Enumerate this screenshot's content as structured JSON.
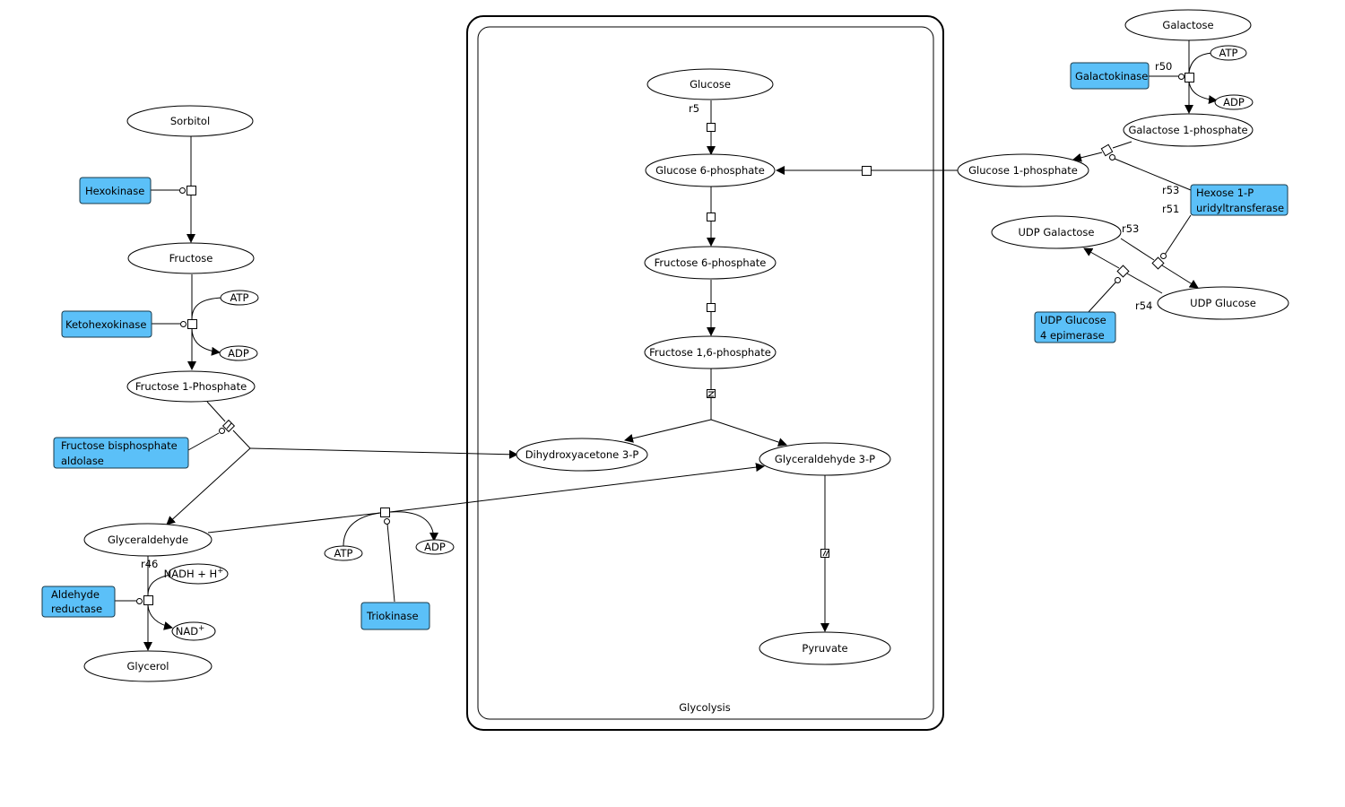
{
  "compartment": {
    "label": "Glycolysis"
  },
  "metabolites": {
    "glucose": "Glucose",
    "g6p": "Glucose 6-phosphate",
    "f6p": "Fructose 6-phosphate",
    "f16p": "Fructose 1,6-phosphate",
    "dhap": "Dihydroxyacetone 3-P",
    "gap": "Glyceraldehyde 3-P",
    "pyruvate": "Pyruvate",
    "sorbitol": "Sorbitol",
    "fructose": "Fructose",
    "f1p": "Fructose 1-Phosphate",
    "glyceraldehyde": "Glyceraldehyde",
    "glycerol": "Glycerol",
    "galactose": "Galactose",
    "gal1p": "Galactose 1-phosphate",
    "g1p": "Glucose 1-phosphate",
    "udpgal": "UDP Galactose",
    "udpglc": "UDP Glucose"
  },
  "cofactors": {
    "atp": "ATP",
    "adp": "ADP",
    "nadh": "NADH + H",
    "nadh_sup": "+",
    "nad": "NAD",
    "nad_sup": "+"
  },
  "enzymes": {
    "hexokinase": "Hexokinase",
    "ketohexokinase": "Ketohexokinase",
    "fba_line1": "Fructose bisphosphate",
    "fba_line2": "aldolase",
    "aldred_line1": "Aldehyde",
    "aldred_line2": "reductase",
    "triokinase": "Triokinase",
    "galactokinase": "Galactokinase",
    "h1p_line1": "Hexose 1-P",
    "h1p_line2": "uridyltransferase",
    "udpge_line1": "UDP Glucose",
    "udpge_line2": "4 epimerase"
  },
  "reaction_labels": {
    "r5": "r5",
    "r46": "r46",
    "r50": "r50",
    "r53a": "r53",
    "r51": "r51",
    "r53b": "r53",
    "r54": "r54"
  }
}
